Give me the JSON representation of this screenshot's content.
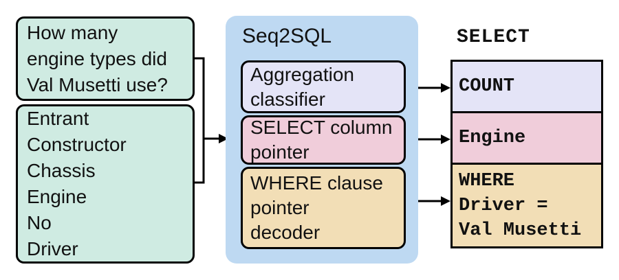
{
  "colors": {
    "mint": "#cfebe2",
    "blue": "#bed9f2",
    "lavender": "#e4e4f7",
    "pink": "#f0cdda",
    "tan": "#f2deb6",
    "outline": "#000000"
  },
  "question_box": {
    "lines": [
      "How many",
      "engine types did",
      "Val Musetti use?"
    ]
  },
  "columns_box": {
    "lines": [
      "Entrant",
      "Constructor",
      "Chassis",
      "Engine",
      "No",
      "Driver"
    ]
  },
  "seq2sql": {
    "title": "Seq2SQL",
    "modules": [
      {
        "name": "aggregation-classifier",
        "lines": [
          "Aggregation",
          "classifier"
        ],
        "color": "#e4e4f7"
      },
      {
        "name": "select-column-pointer",
        "lines": [
          "SELECT column",
          "pointer"
        ],
        "color": "#f0cdda"
      },
      {
        "name": "where-clause-pointer-decoder",
        "lines": [
          "WHERE clause",
          "pointer",
          "decoder"
        ],
        "color": "#f2deb6"
      }
    ]
  },
  "output": {
    "title": "SELECT",
    "cells": [
      {
        "name": "aggregation-result",
        "lines": [
          "COUNT"
        ],
        "color": "#e4e4f7"
      },
      {
        "name": "select-column-result",
        "lines": [
          "Engine"
        ],
        "color": "#f0cdda"
      },
      {
        "name": "where-clause-result",
        "lines": [
          "WHERE",
          "Driver =",
          "Val Musetti"
        ],
        "color": "#f2deb6"
      }
    ]
  }
}
